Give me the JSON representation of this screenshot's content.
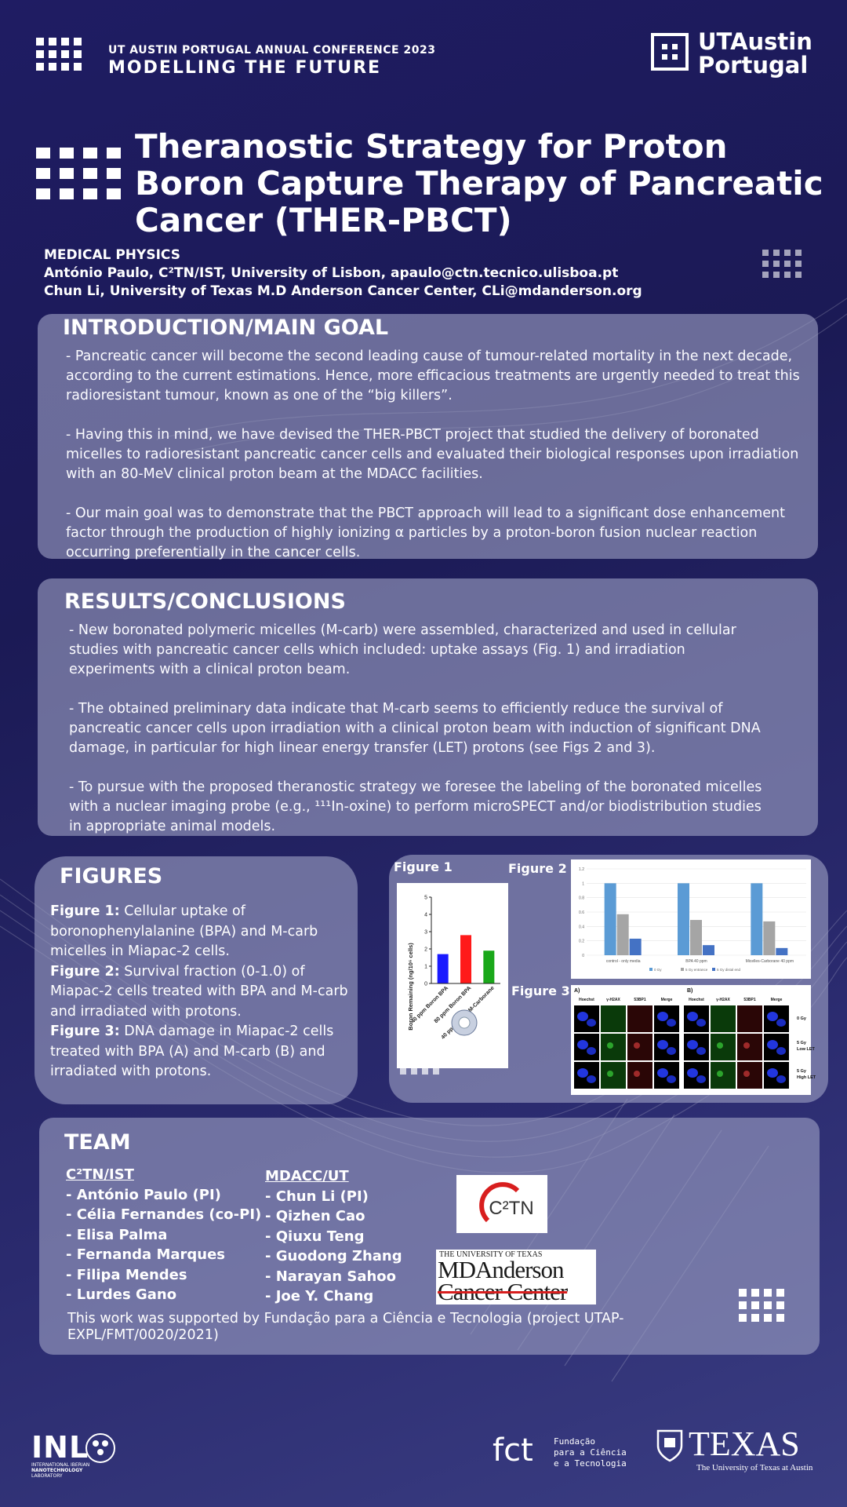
{
  "header": {
    "conference": "UT AUSTIN PORTUGAL  ANNUAL  CONFERENCE 2023",
    "tagline": "MODELLING THE FUTURE",
    "logo_line1": "UTAustin",
    "logo_line2": "Portugal"
  },
  "title": {
    "line1": "Theranostic Strategy for Proton",
    "line2": "Boron Capture Therapy of Pancreatic",
    "line3": "Cancer (THER-PBCT)"
  },
  "authors": {
    "field": "MEDICAL PHYSICS",
    "author1": "António Paulo, C²TN/IST, University of Lisbon, apaulo@ctn.tecnico.ulisboa.pt",
    "author2": "Chun Li, University of Texas M.D Anderson Cancer Center, CLi@mdanderson.org"
  },
  "intro": {
    "heading": "INTRODUCTION/MAIN GOAL",
    "p1": " - Pancreatic cancer will become the second leading cause of tumour-related mortality in the next decade, according to the current estimations. Hence, more efficacious treatments are urgently needed to treat this radioresistant tumour, known as one of the “big killers”.",
    "p2": "- Having this in mind, we have devised the THER-PBCT project that studied the delivery of boronated micelles to radioresistant pancreatic cancer cells and evaluated their biological responses  upon irradiation with an 80-MeV clinical proton beam at the MDACC facilities.",
    "p3": "- Our main goal was to demonstrate that the PBCT approach will lead to a significant dose enhancement factor through the production of highly ionizing  α particles by a proton-boron fusion nuclear reaction occurring preferentially in the cancer cells."
  },
  "results": {
    "heading": "RESULTS/CONCLUSIONS",
    "p1": "- New boronated polymeric micelles (M-carb) were assembled, characterized and used in cellular studies with pancreatic cancer cells which included: uptake assays (Fig. 1) and irradiation experiments with a clinical proton beam.",
    "p2": "- The obtained preliminary data indicate that M-carb seems to efficiently reduce the survival of pancreatic cancer cells upon irradiation with a clinical proton beam with induction of significant DNA damage, in particular for high linear energy transfer (LET) protons (see Figs 2 and 3).",
    "p3": "- To pursue with the proposed theranostic strategy we foresee the labeling of the boronated micelles with a nuclear imaging probe (e.g., ¹¹¹In-oxine) to perform microSPECT and/or biodistribution studies in appropriate animal models."
  },
  "figures": {
    "heading": "FIGURES",
    "f1_label": "Figure 1:",
    "f1_text": " Cellular uptake of boronophenylalanine (BPA) and M-carb micelles in Miapac-2 cells.",
    "f2_label": "Figure 2:",
    "f2_text": " Survival fraction (0-1.0) of Miapac-2 cells treated with BPA and M-carb and irradiated with protons.",
    "f3_label": "Figure 3:",
    "f3_text": " DNA damage in Miapac-2 cells treated with BPA (A) and M-carb (B) and irradiated with protons.",
    "fig1_title": "Figure 1",
    "fig2_title": "Figure  2",
    "fig3_title": "Figure 3"
  },
  "chart_data": [
    {
      "type": "bar",
      "ylabel": "Boron Remaining (ng/10⁶ cells)",
      "ylim": [
        0,
        5
      ],
      "yticks": [
        "0",
        "1",
        "2",
        "3",
        "4",
        "5"
      ],
      "categories": [
        "40 ppm Boron BPA",
        "80 ppm Boron BPA",
        "40 ppm Boron M-Carborane"
      ],
      "values": [
        1.7,
        2.8,
        1.9
      ],
      "colors": [
        "#1a1aff",
        "#ff1a1a",
        "#1aa81a"
      ]
    },
    {
      "type": "bar",
      "categories": [
        "control - only media",
        "BPA 40 ppm",
        "Micelles-Carborane 40 ppm"
      ],
      "ylim": [
        0,
        1.2
      ],
      "yticks": [
        "0",
        "0.2",
        "0.4",
        "0.6",
        "0.8",
        "1",
        "1.2"
      ],
      "series": [
        {
          "name": "0 Gy",
          "color": "#5b9bd5",
          "values": [
            1.0,
            1.0,
            1.0
          ]
        },
        {
          "name": "5 Gy  entrance",
          "color": "#a5a5a5",
          "values": [
            0.57,
            0.49,
            0.47
          ]
        },
        {
          "name": "5 Gy  distal end",
          "color": "#4472c4",
          "values": [
            0.23,
            0.14,
            0.1
          ]
        }
      ]
    }
  ],
  "fig3": {
    "panel_a": "A)",
    "panel_b": "B)",
    "cols": [
      "Hoechst",
      "γ-H2AX",
      "53BP1",
      "Merge"
    ],
    "rows": [
      "0 Gy",
      "5 Gy Low LET",
      "5 Gy High LET"
    ]
  },
  "team": {
    "heading": "TEAM",
    "col1_head": "C²TN/IST",
    "col1": [
      "- António Paulo (PI)",
      "- Célia Fernandes (co-PI)",
      "- Elisa Palma",
      "- Fernanda Marques",
      "- Filipa Mendes",
      "- Lurdes Gano"
    ],
    "col2_head": "MDACC/UT",
    "col2": [
      "- Chun Li (PI)",
      "- Qizhen Cao",
      "- Qiuxu Teng",
      "- Guodong Zhang",
      "- Narayan Sahoo",
      "- Joe Y. Chang"
    ],
    "support": "This work was supported by Fundação para a Ciência e Tecnologia (project UTAP-EXPL/FMT/0020/2021)",
    "c2tn_logo": "C²TN",
    "mda_small": "THE UNIVERSITY OF TEXAS",
    "mda_line1": "MDAnderson",
    "mda_line2": "Cancer Center"
  },
  "footer": {
    "inl": "INL",
    "inl_sub1": "INTERNATIONAL IBERIAN",
    "inl_sub2": "NANOTECHNOLOGY",
    "inl_sub3": "LABORATORY",
    "fct": "fct",
    "fct_l1": "Fundação",
    "fct_l2": "para a Ciência",
    "fct_l3": "e a Tecnologia",
    "texas": "TEXAS",
    "texas_sub": "The University of Texas at Austin"
  }
}
